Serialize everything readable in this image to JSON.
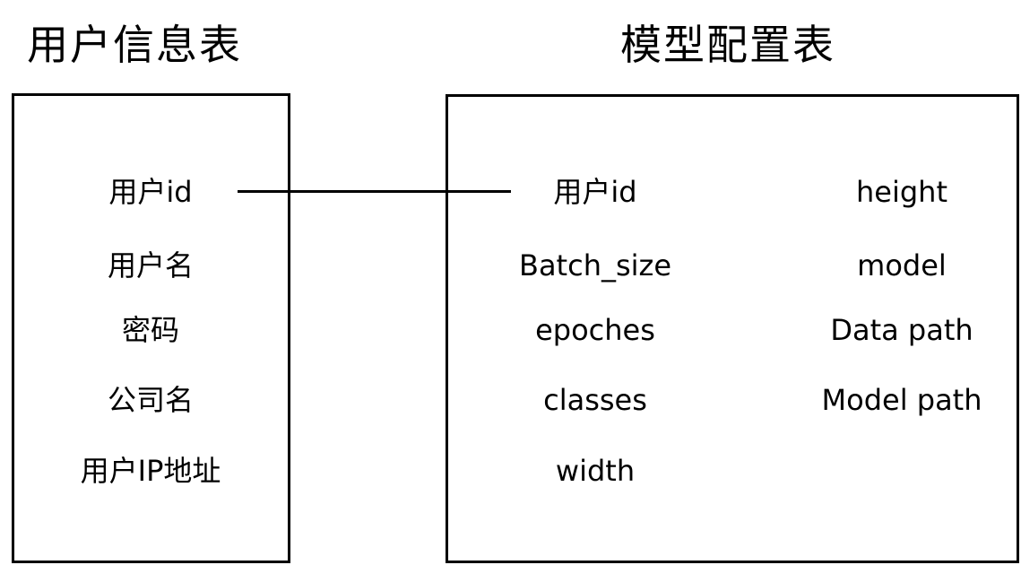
{
  "user_table": {
    "title": "用户信息表",
    "fields": [
      "用户id",
      "用户名",
      "密码",
      "公司名",
      "用户IP地址"
    ]
  },
  "model_table": {
    "title": "模型配置表",
    "column_1": [
      "用户id",
      "Batch_size",
      "epoches",
      "classes",
      "width"
    ],
    "column_2": [
      "height",
      "model",
      "Data path",
      "Model path"
    ]
  }
}
